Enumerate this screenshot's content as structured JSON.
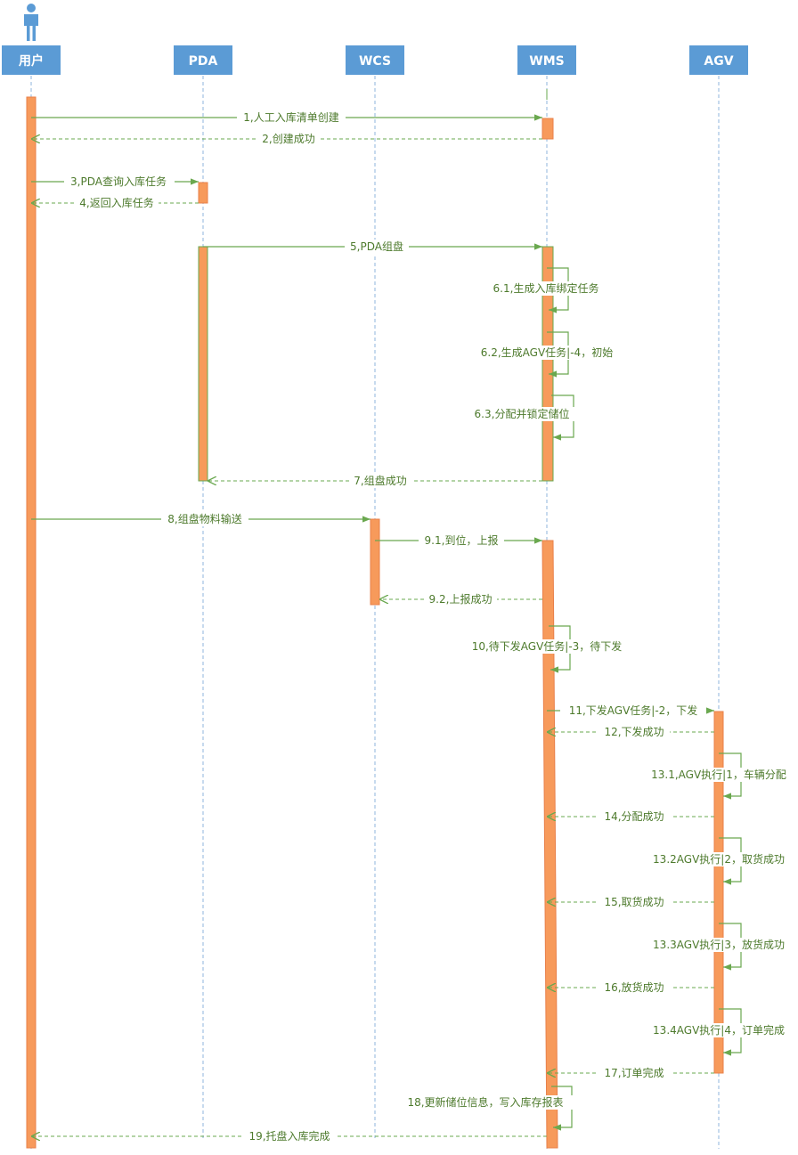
{
  "diagram": {
    "type": "sequence",
    "participants": [
      {
        "id": "user",
        "label": "用户",
        "has_actor_icon": true
      },
      {
        "id": "pda",
        "label": "PDA"
      },
      {
        "id": "wcs",
        "label": "WCS"
      },
      {
        "id": "wms",
        "label": "WMS"
      },
      {
        "id": "agv",
        "label": "AGV"
      }
    ],
    "messages": [
      {
        "from": "user",
        "to": "wms",
        "label": "1,人工入库清单创建",
        "kind": "call"
      },
      {
        "from": "wms",
        "to": "user",
        "label": "2,创建成功",
        "kind": "return"
      },
      {
        "from": "user",
        "to": "pda",
        "label": "3,PDA查询入库任务",
        "kind": "call"
      },
      {
        "from": "pda",
        "to": "user",
        "label": "4,返回入库任务",
        "kind": "return"
      },
      {
        "from": "pda",
        "to": "wms",
        "label": "5,PDA组盘",
        "kind": "call"
      },
      {
        "from": "wms",
        "to": "wms",
        "label": "6.1,生成入库绑定任务",
        "kind": "self"
      },
      {
        "from": "wms",
        "to": "wms",
        "label": "6.2,生成AGV任务|-4，初始",
        "kind": "self"
      },
      {
        "from": "wms",
        "to": "wms",
        "label": "6.3,分配并锁定储位",
        "kind": "self"
      },
      {
        "from": "wms",
        "to": "pda",
        "label": "7,组盘成功",
        "kind": "return"
      },
      {
        "from": "user",
        "to": "wcs",
        "label": "8,组盘物料输送",
        "kind": "call"
      },
      {
        "from": "wcs",
        "to": "wms",
        "label": "9.1,到位，上报",
        "kind": "call"
      },
      {
        "from": "wms",
        "to": "wcs",
        "label": "9.2,上报成功",
        "kind": "return"
      },
      {
        "from": "wms",
        "to": "wms",
        "label": "10,待下发AGV任务|-3，待下发",
        "kind": "self"
      },
      {
        "from": "wms",
        "to": "agv",
        "label": "11,下发AGV任务|-2，下发",
        "kind": "call"
      },
      {
        "from": "agv",
        "to": "wms",
        "label": "12,下发成功",
        "kind": "return"
      },
      {
        "from": "agv",
        "to": "agv",
        "label": "13.1,AGV执行|1，车辆分配",
        "kind": "self"
      },
      {
        "from": "agv",
        "to": "wms",
        "label": "14,分配成功",
        "kind": "return"
      },
      {
        "from": "agv",
        "to": "agv",
        "label": "13.2AGV执行|2，取货成功",
        "kind": "self"
      },
      {
        "from": "agv",
        "to": "wms",
        "label": "15,取货成功",
        "kind": "return"
      },
      {
        "from": "agv",
        "to": "agv",
        "label": "13.3AGV执行|3，放货成功",
        "kind": "self"
      },
      {
        "from": "agv",
        "to": "wms",
        "label": "16,放货成功",
        "kind": "return"
      },
      {
        "from": "agv",
        "to": "agv",
        "label": "13.4AGV执行|4，订单完成",
        "kind": "self"
      },
      {
        "from": "agv",
        "to": "wms",
        "label": "17,订单完成",
        "kind": "return"
      },
      {
        "from": "wms",
        "to": "wms",
        "label": "18,更新储位信息，写入库存报表",
        "kind": "self"
      },
      {
        "from": "wms",
        "to": "user",
        "label": "19,托盘入库完成",
        "kind": "return"
      }
    ]
  },
  "colors": {
    "header": "#5b9bd5",
    "activation_fill": "#f79a5b",
    "activation_stroke": "#e8804a",
    "self_activation_stroke": "#6aa84f",
    "arrow": "#6aa84f",
    "label_text": "#4d7a2c",
    "lifeline": "#8fb4de"
  }
}
